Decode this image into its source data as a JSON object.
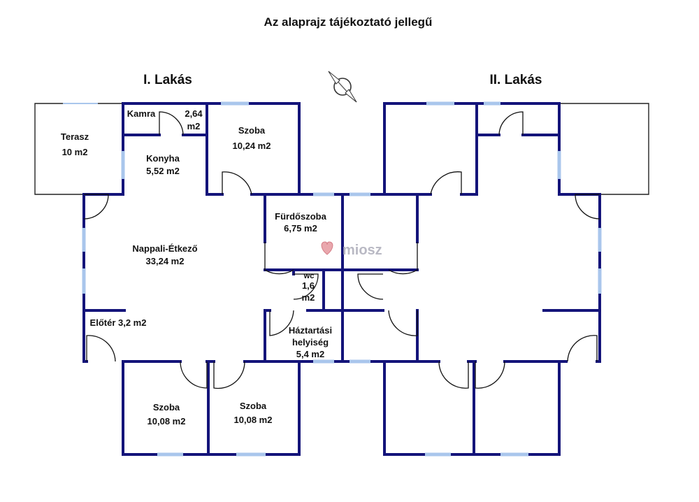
{
  "title": "Az alaprajz tájékoztató jellegű",
  "apartments": {
    "left": "I. Lakás",
    "right": "II. Lakás"
  },
  "rooms": {
    "terasz": {
      "name": "Terasz",
      "area": "10 m2"
    },
    "kamra": {
      "name": "Kamra",
      "area_line1": "2,64",
      "area_line2": "m2"
    },
    "konyha": {
      "name": "Konyha",
      "area": "5,52 m2"
    },
    "szoba_top": {
      "name": "Szoba",
      "area": "10,24 m2"
    },
    "nappali": {
      "name": "Nappali-Étkező",
      "area": "33,24 m2"
    },
    "furdo": {
      "name": "Fürdőszoba",
      "area": "6,75 m2"
    },
    "wc": {
      "name": "wc",
      "area_line1": "1,6",
      "area_line2": "m2"
    },
    "eloter": {
      "name": "Előtér 3,2 m2"
    },
    "haztartasi": {
      "name_line1": "Háztartási",
      "name_line2": "helyiség",
      "area": "5,4 m2"
    },
    "szoba_bl": {
      "name": "Szoba",
      "area": "10,08 m2"
    },
    "szoba_br": {
      "name": "Szoba",
      "area": "10,08 m2"
    }
  },
  "watermark": "miosz",
  "colors": {
    "wall": "#14147a",
    "window": "#a9c6ec"
  },
  "icons": {
    "compass": "compass-icon",
    "watermark_logo": "heart-logo-icon"
  }
}
